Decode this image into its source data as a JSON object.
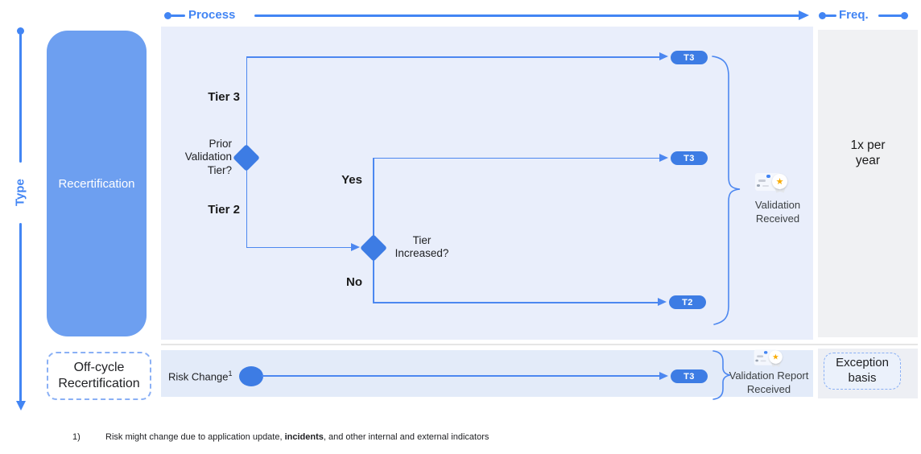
{
  "header": {
    "process_label": "Process",
    "freq_label": "Freq."
  },
  "left_axis": {
    "type_label": "Type"
  },
  "rows": {
    "recert_label": "Recertification",
    "offcycle_label": "Off-cycle\nRecertification"
  },
  "flow": {
    "tier3_label": "Tier 3",
    "tier2_label": "Tier 2",
    "decision1_label": "Prior\nValidation\nTier?",
    "decision2_label": "Tier\nIncreased?",
    "yes_label": "Yes",
    "no_label": "No",
    "pill_top": "T3",
    "pill_mid": "T3",
    "pill_bottom": "T2",
    "outcome_label": "Validation\nReceived"
  },
  "offcycle_flow": {
    "trigger_label": "Risk Change",
    "trigger_sup": "1",
    "pill": "T3",
    "outcome_label": "Validation Report\nReceived"
  },
  "frequency": {
    "recert_value": "1x per\nyear",
    "offcycle_value": "Exception\nbasis"
  },
  "footnote": {
    "marker": "1)",
    "text_pre": "Risk might change due to application update, ",
    "text_bold": "incidents",
    "text_post": ", and other internal and external indicators"
  },
  "colors": {
    "accent_blue": "#4285F4",
    "shape_blue": "#3D7CE4",
    "recert_fill": "#6D9FF0",
    "panel_blue": "#E9EEFB",
    "panel_blue_bottom": "#E3EBF9",
    "freq_column_gray": "#F0F1F3",
    "star_yellow": "#F9AB00"
  }
}
